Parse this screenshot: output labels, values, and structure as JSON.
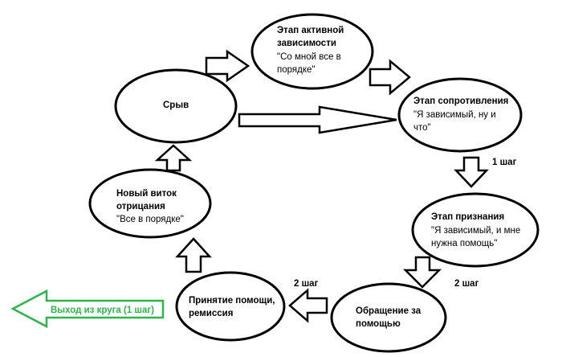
{
  "nodes": {
    "active": {
      "title_1": "Этап активной",
      "title_2": "зависимости",
      "quote_1": "\"Со мной все в",
      "quote_2": "порядке\""
    },
    "resistance": {
      "title": "Этап сопротивления",
      "quote_1": "\"Я зависимый, ну и",
      "quote_2": "что\""
    },
    "acceptance": {
      "title": "Этап признания",
      "quote_1": "\"Я зависимый, и мне",
      "quote_2": "нужна помощь\""
    },
    "seeking_help": {
      "line_1": "Обращение за",
      "line_2": "помощью"
    },
    "remission": {
      "line_1": "Принятие помощи,",
      "line_2": "ремиссия"
    },
    "denial": {
      "title_1": "Новый виток",
      "title_2": "отрицания",
      "quote": "\"Все в порядке\""
    },
    "relapse": {
      "title": "Срыв"
    }
  },
  "steps": {
    "step_a": "1 шаг",
    "step_b": "2 шаг",
    "step_c": "2 шаг"
  },
  "exit": {
    "label": "Выход из круга (1 шаг)",
    "color": "#2db54a"
  }
}
